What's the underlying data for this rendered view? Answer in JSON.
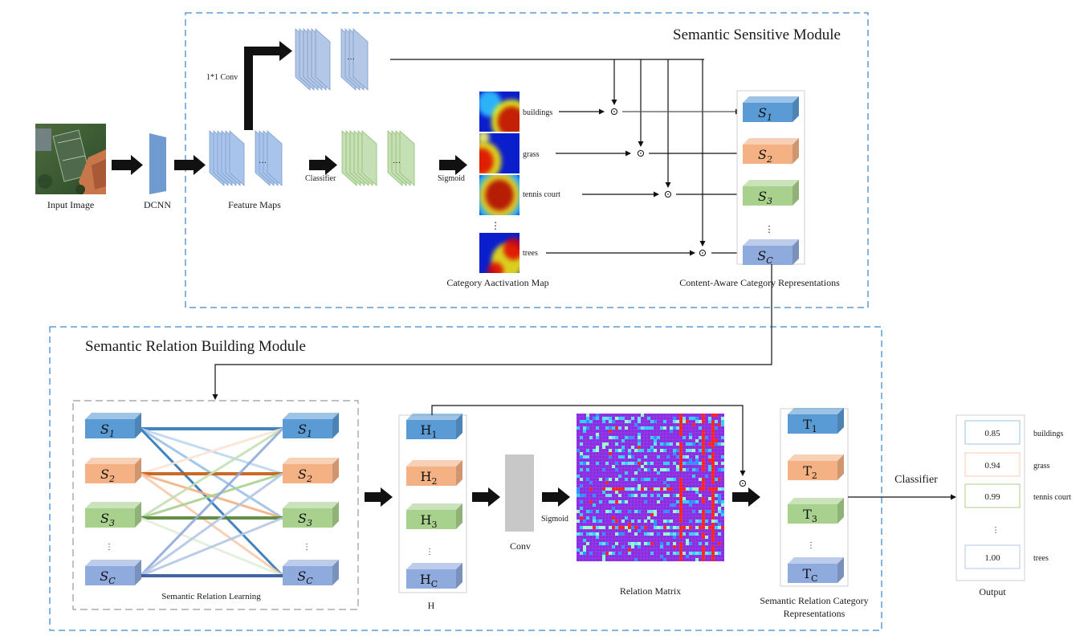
{
  "modules": {
    "sensitive": {
      "title": "Semantic Sensitive Module"
    },
    "relation": {
      "title": "Semantic Relation Building Module"
    }
  },
  "labels": {
    "input_image": "Input Image",
    "dcnn": "DCNN",
    "feature_maps": "Feature Maps",
    "conv1x1": "1*1 Conv",
    "classifier_small": "Classifier",
    "sigmoid_top": "Sigmoid",
    "cam": "Category Aactivation Map",
    "content_aware": "Content-Aware Category Representations",
    "semantic_relation_learning": "Semantic Relation Learning",
    "h": "H",
    "conv": "Conv",
    "sigmoid_bottom": "Sigmoid",
    "relation_matrix": "Relation Matrix",
    "srcr_line1": "Semantic Relation Category",
    "srcr_line2": "Representations",
    "classifier_big": "Classifier",
    "output": "Output",
    "vdots": "⋮",
    "hdots": "···",
    "odot": "⊙"
  },
  "categories": [
    "buildings",
    "grass",
    "tennis court",
    "trees"
  ],
  "s_blocks": [
    {
      "base": "S",
      "sub": "1",
      "color": "#5b9bd5"
    },
    {
      "base": "S",
      "sub": "2",
      "color": "#f4b183"
    },
    {
      "base": "S",
      "sub": "3",
      "color": "#a9d18e"
    },
    {
      "base": "S",
      "sub": "C",
      "color": "#8faadc"
    }
  ],
  "h_blocks": [
    {
      "base": "H",
      "sub": "1"
    },
    {
      "base": "H",
      "sub": "2"
    },
    {
      "base": "H",
      "sub": "3"
    },
    {
      "base": "H",
      "sub": "C"
    }
  ],
  "t_blocks": [
    {
      "base": "T",
      "sub": "1"
    },
    {
      "base": "T",
      "sub": "2"
    },
    {
      "base": "T",
      "sub": "3"
    },
    {
      "base": "T",
      "sub": "C"
    }
  ],
  "outputs": [
    {
      "value": "0.85",
      "label": "buildings",
      "border": "#9dc3e6"
    },
    {
      "value": "0.94",
      "label": "grass",
      "border": "#f8cbad"
    },
    {
      "value": "0.99",
      "label": "tennis court",
      "border": "#a9d18e"
    },
    {
      "value": "1.00",
      "label": "trees",
      "border": "#b4c7e7"
    }
  ],
  "colors": {
    "module_border": "#5b9bd5",
    "feature_map_fill": "#a8c4ea",
    "feature_map_stroke": "#7a9cc9",
    "top_map_fill": "#b4c7e7",
    "classifier_map_fill": "#c5e0b4",
    "classifier_map_stroke": "#8fbc74",
    "dcnn": "#6f9bd1",
    "conv_block": "#c8c8c8",
    "matrix_base": "#8a2be2"
  }
}
